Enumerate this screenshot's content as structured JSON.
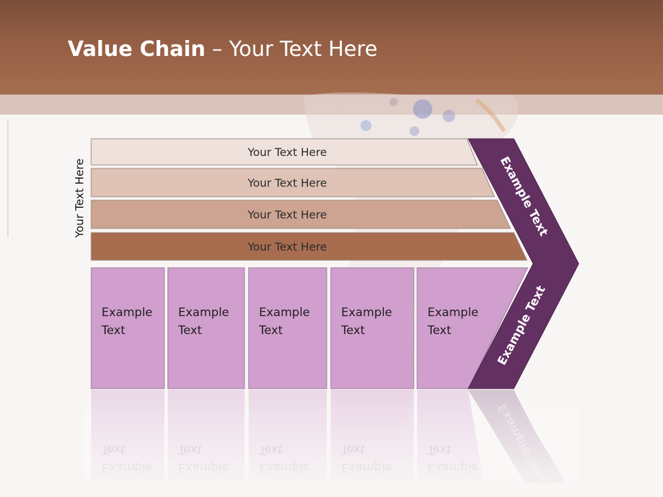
{
  "title": {
    "bold": "Value Chain",
    "rest": " – Your Text Here"
  },
  "side_label": "Your Text Here",
  "rows": [
    {
      "label": "Your Text Here",
      "color": "#efe2dd"
    },
    {
      "label": "Your Text Here",
      "color": "#dec3b6"
    },
    {
      "label": "Your Text Here",
      "color": "#cda491"
    },
    {
      "label": "Your Text Here",
      "color": "#a86c4f"
    }
  ],
  "boxes": [
    {
      "line1": "Example",
      "line2": "Text"
    },
    {
      "line1": "Example",
      "line2": "Text"
    },
    {
      "line1": "Example",
      "line2": "Text"
    },
    {
      "line1": "Example",
      "line2": "Text"
    },
    {
      "line1": "Example",
      "line2": "Text"
    }
  ],
  "chevron": {
    "upper_label": "Example Text",
    "lower_label": "Example Text",
    "color": "#633062"
  },
  "colors": {
    "header": "#955f45",
    "box": "#d19fce",
    "background": "#f8f6f4"
  }
}
